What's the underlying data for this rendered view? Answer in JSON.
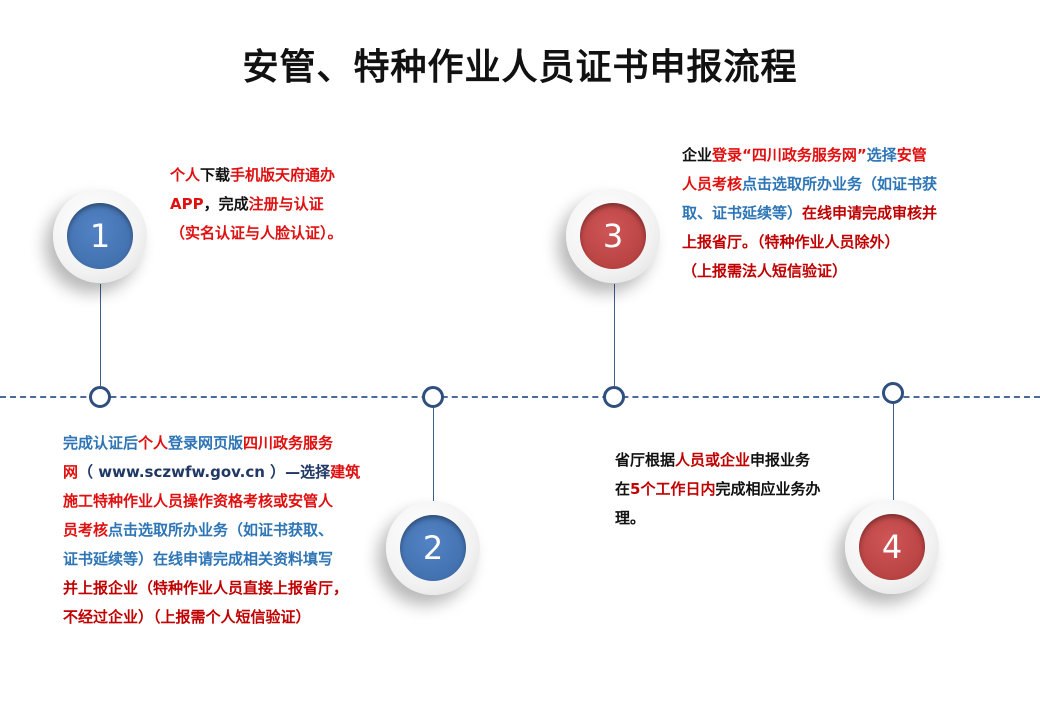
{
  "title": "安管、特种作业人员证书申报流程",
  "colors": {
    "blue_step": "#4472c4",
    "red_step": "#c0504d",
    "timeline": "#2f4f7f"
  },
  "steps": [
    {
      "number": "1",
      "lines": [
        [
          {
            "t": "个人",
            "c": "r"
          },
          {
            "t": "下载",
            "c": "k"
          },
          {
            "t": "手机版天府通办",
            "c": "r"
          }
        ],
        [
          {
            "t": "APP",
            "c": "r"
          },
          {
            "t": "，完成",
            "c": "k"
          },
          {
            "t": "注册与认证",
            "c": "r"
          }
        ],
        [
          {
            "t": "（实名认证与人脸认证）。",
            "c": "r"
          }
        ]
      ]
    },
    {
      "number": "2",
      "lines": [
        [
          {
            "t": "完成认证后",
            "c": "b"
          },
          {
            "t": "个人",
            "c": "r"
          },
          {
            "t": "登录网页版",
            "c": "b"
          },
          {
            "t": "四川政务服务",
            "c": "r"
          }
        ],
        [
          {
            "t": "网",
            "c": "r"
          },
          {
            "t": "（ www.sczwfw.gov.cn ）—选择",
            "c": "n"
          },
          {
            "t": "建筑",
            "c": "r"
          }
        ],
        [
          {
            "t": "施工特种作业人员操作资格考核或安管人",
            "c": "r"
          }
        ],
        [
          {
            "t": "员考核",
            "c": "r"
          },
          {
            "t": "点击选取所办业务（如证书获取、",
            "c": "b"
          }
        ],
        [
          {
            "t": "证书延续等）在线申请完成相关资料填写",
            "c": "b"
          }
        ],
        [
          {
            "t": "并上报企业（特种作业人员直接上报省厅，",
            "c": "dr"
          }
        ],
        [
          {
            "t": "不经过企业）（上报需个人短信验证）",
            "c": "dr"
          }
        ]
      ]
    },
    {
      "number": "3",
      "lines": [
        [
          {
            "t": "企业",
            "c": "k"
          },
          {
            "t": "登录“四川政务服务网”",
            "c": "r"
          },
          {
            "t": "选择",
            "c": "b"
          },
          {
            "t": "安管",
            "c": "r"
          }
        ],
        [
          {
            "t": "人员考核",
            "c": "r"
          },
          {
            "t": "点击选取所办业务（如证书获",
            "c": "b"
          }
        ],
        [
          {
            "t": "取、证书延续等）",
            "c": "b"
          },
          {
            "t": "在线申请完成审核并",
            "c": "dr"
          }
        ],
        [
          {
            "t": "上报省厅。（特种作业人员除外）",
            "c": "dr"
          }
        ],
        [
          {
            "t": "（上报需法人短信验证）",
            "c": "dr"
          }
        ]
      ]
    },
    {
      "number": "4",
      "lines": [
        [
          {
            "t": "省厅根据",
            "c": "k"
          },
          {
            "t": "人员或企业",
            "c": "dr"
          },
          {
            "t": "申报业务",
            "c": "k"
          }
        ],
        [
          {
            "t": "在",
            "c": "k"
          },
          {
            "t": "5个工作日内",
            "c": "dr"
          },
          {
            "t": "完成相应业务办",
            "c": "k"
          }
        ],
        [
          {
            "t": "理。",
            "c": "k"
          }
        ]
      ]
    }
  ]
}
